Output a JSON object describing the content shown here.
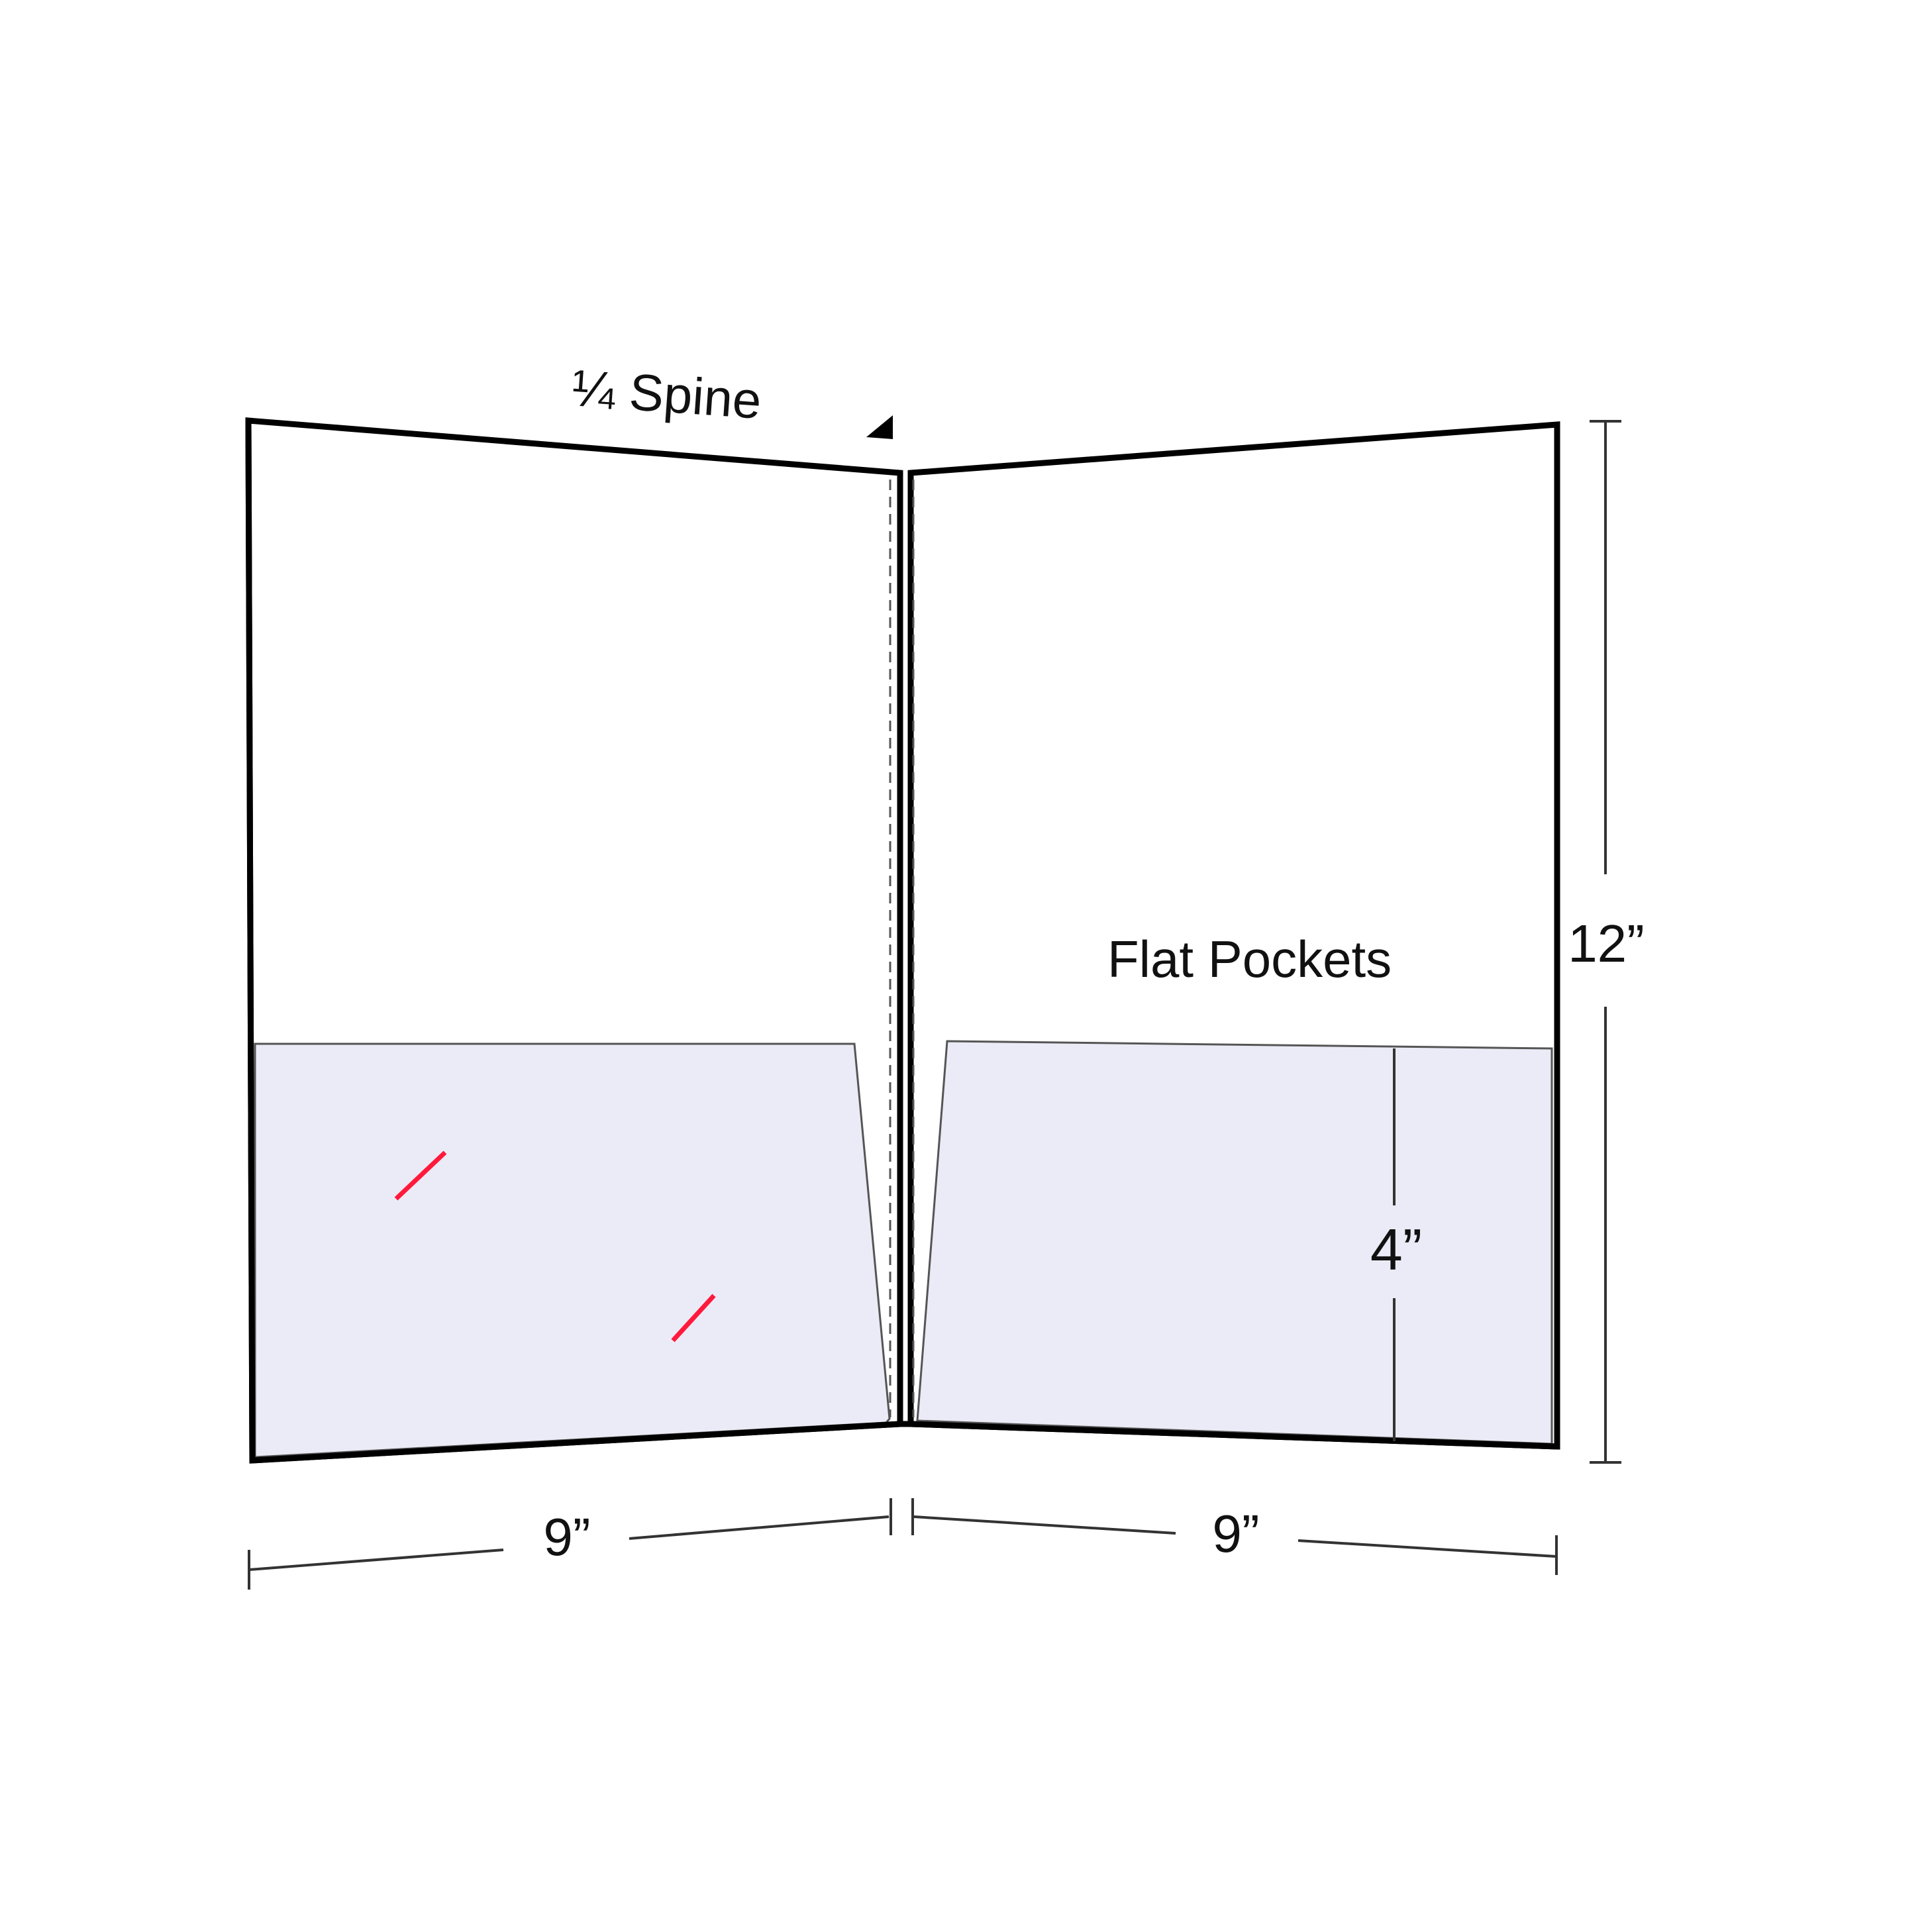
{
  "labels": {
    "spine": "¼ Spine",
    "pockets": "Flat Pockets",
    "height": "12”",
    "pocket_height": "4”",
    "left_width": "9”",
    "right_width": "9”"
  },
  "colors": {
    "outline": "#000000",
    "pocket_fill": "#ebebf7",
    "slit": "#ff1a3c",
    "dimension_line": "#333333"
  }
}
